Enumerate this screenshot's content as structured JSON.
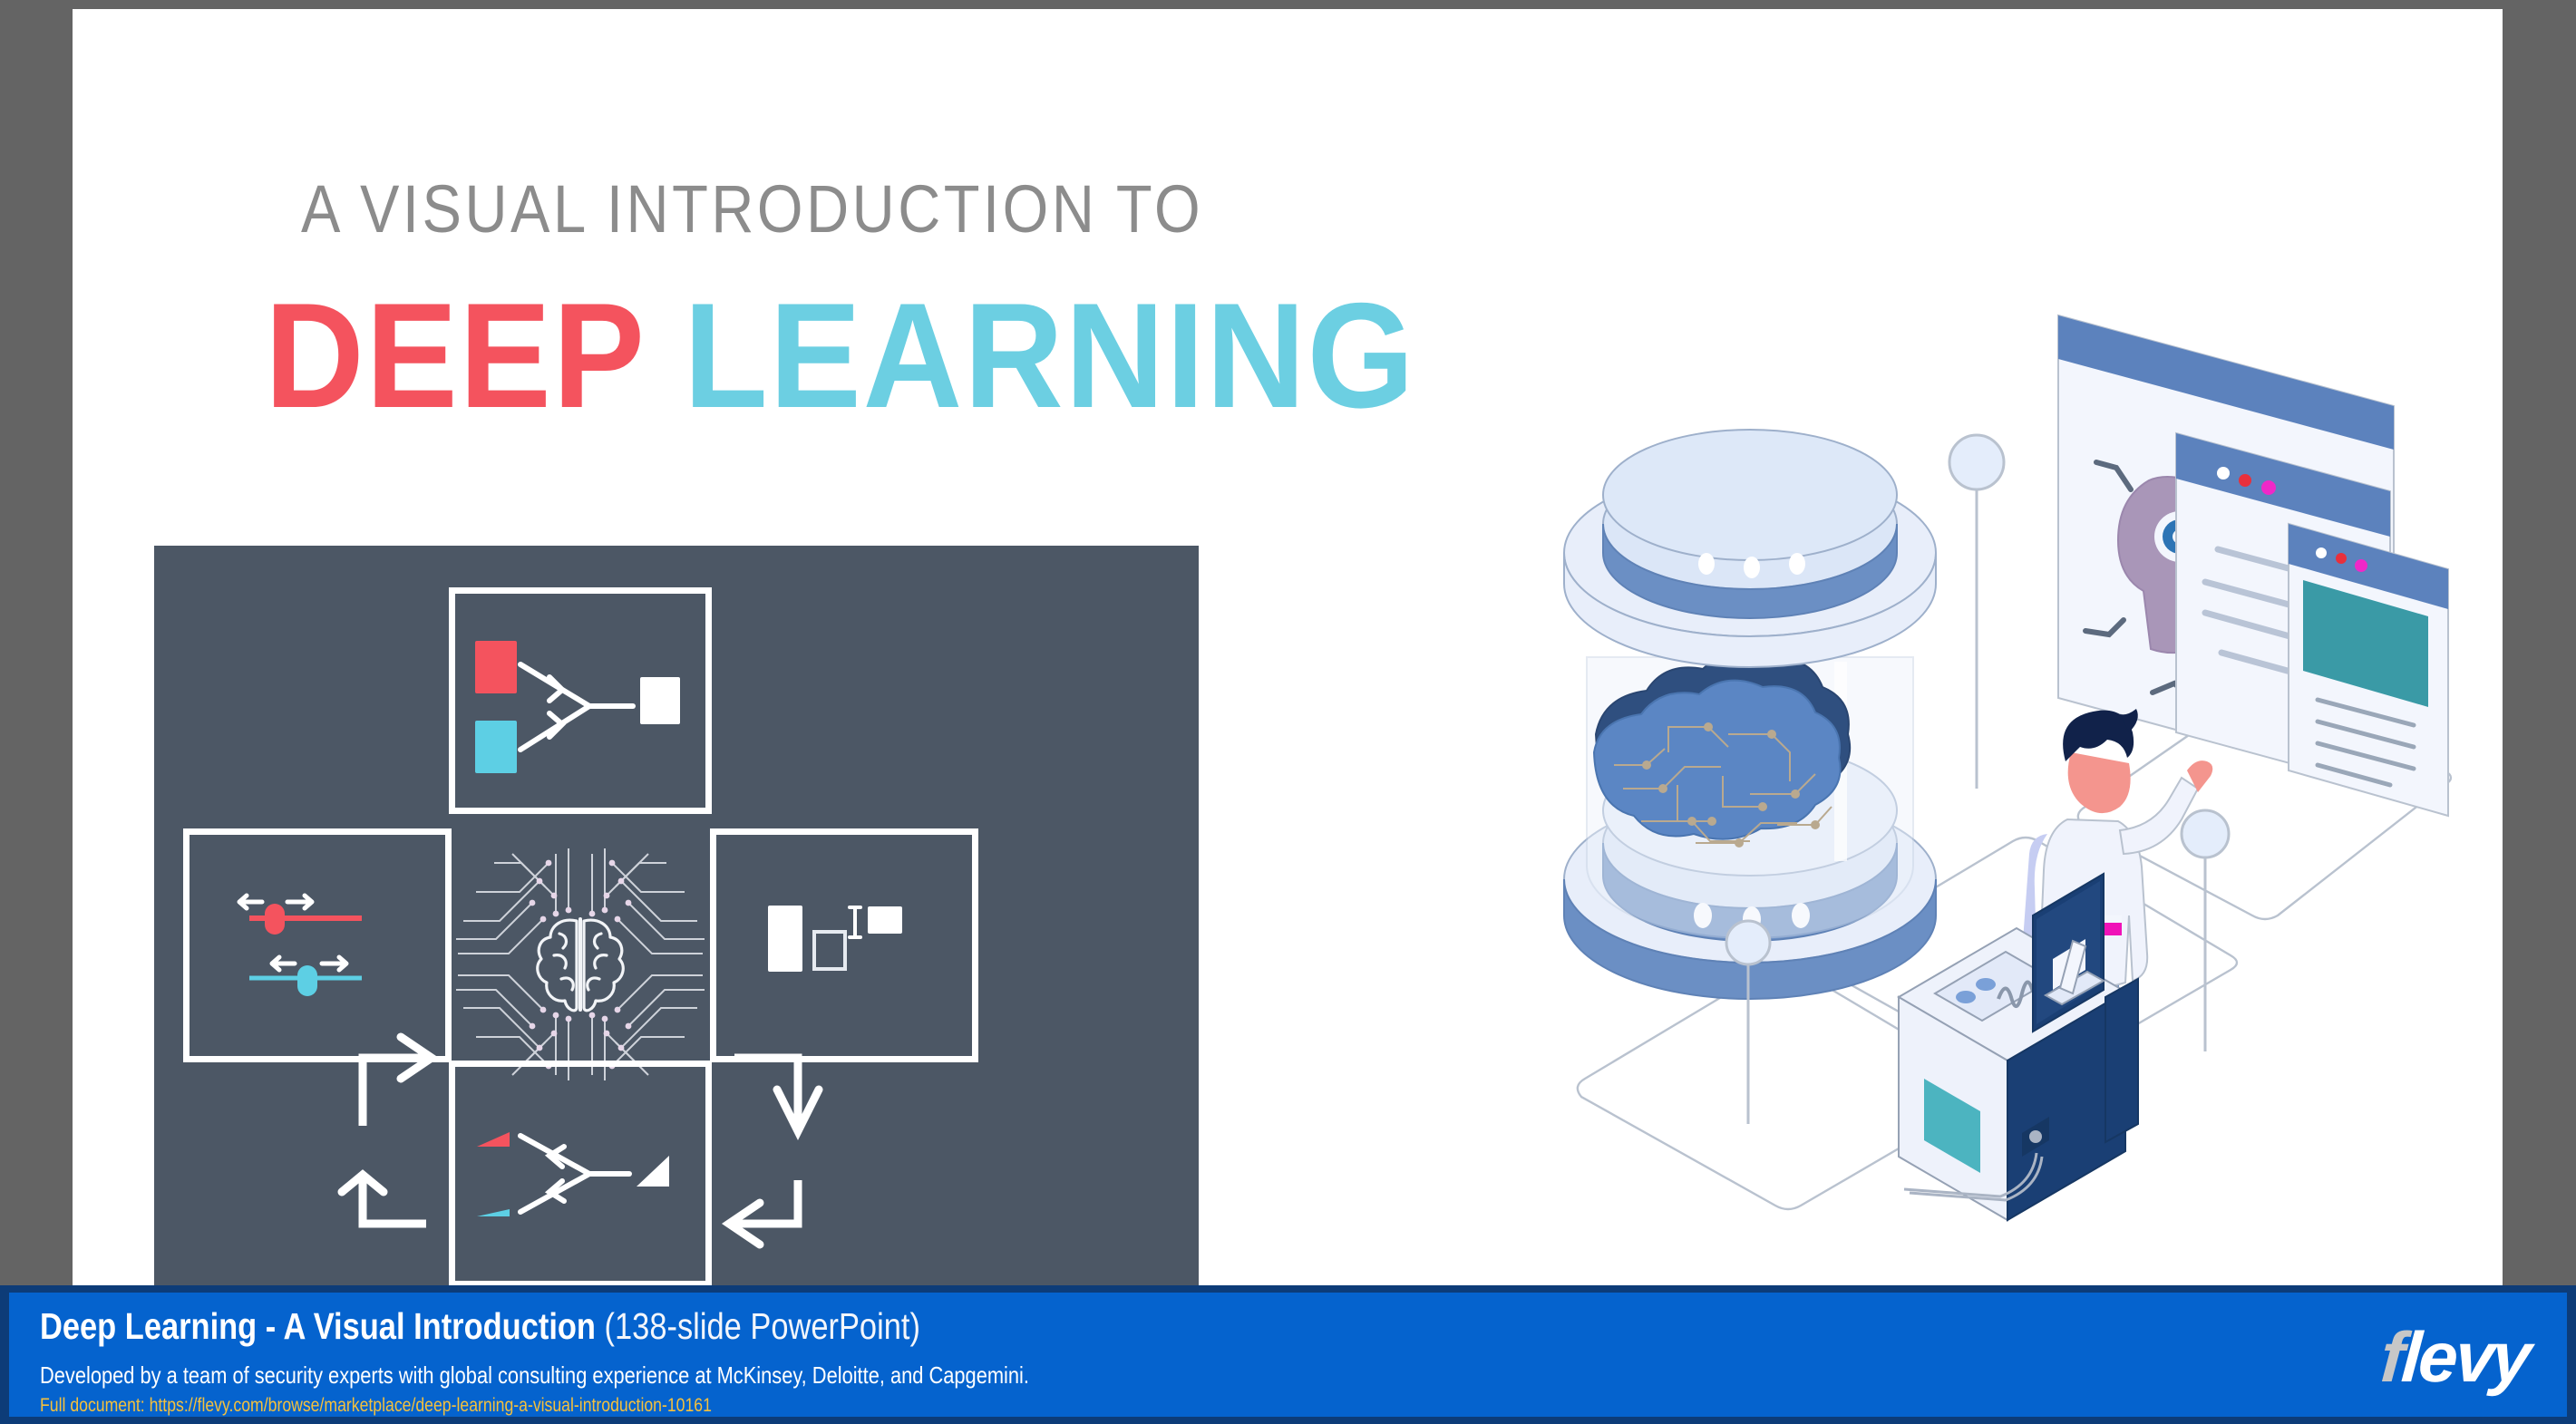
{
  "slide": {
    "kicker": "A VISUAL INTRODUCTION TO",
    "title_word1": "DEEP",
    "title_word2": "LEARNING"
  },
  "colors": {
    "accent_red": "#F4535E",
    "accent_cyan": "#6CCFE2",
    "panel_dark": "#4C5765",
    "banner_blue": "#0563CE",
    "banner_border": "#0D3C78",
    "url_yellow": "#F5C03C",
    "kicker_grey": "#8C8C8C",
    "frame_grey": "#646464"
  },
  "diagram": {
    "name": "deep-learning-cycle",
    "boxes": [
      {
        "id": "forward-pass",
        "position": "top",
        "label": "forward pass: two inputs combine into one output"
      },
      {
        "id": "neural-core",
        "position": "center",
        "label": "brain with circuit traces"
      },
      {
        "id": "weight-tuning",
        "position": "left",
        "label": "two sliders being adjusted"
      },
      {
        "id": "comparison",
        "position": "right",
        "label": "shapes compared against a reference"
      },
      {
        "id": "backprop",
        "position": "bottom",
        "label": "error propagated backwards"
      }
    ],
    "arrows": [
      {
        "id": "arrow-left-to-top",
        "direction": "right-then-up"
      },
      {
        "id": "arrow-top-to-right",
        "direction": "right-then-down"
      },
      {
        "id": "arrow-right-to-bottom",
        "direction": "left-then-down"
      },
      {
        "id": "arrow-bottom-to-left",
        "direction": "left-then-up"
      }
    ]
  },
  "illustration": {
    "name": "ai-laboratory-isometric",
    "elements": [
      "brain-in-glass-capsule",
      "scientist-pointing-at-screen",
      "whiteboard-head-with-gear",
      "whiteboard-text-lines",
      "whiteboard-teal-chart",
      "server-workstation",
      "desk-platform"
    ]
  },
  "banner": {
    "title_bold": "Deep Learning - A Visual Introduction",
    "title_light": "(138-slide PowerPoint)",
    "subtitle": "Developed by a team of security experts with global consulting experience at McKinsey, Deloitte, and Capgemini.",
    "url_line": "Full document: https://flevy.com/browse/marketplace/deep-learning-a-visual-introduction-10161",
    "logo_f": "f",
    "logo_rest": "levy"
  }
}
